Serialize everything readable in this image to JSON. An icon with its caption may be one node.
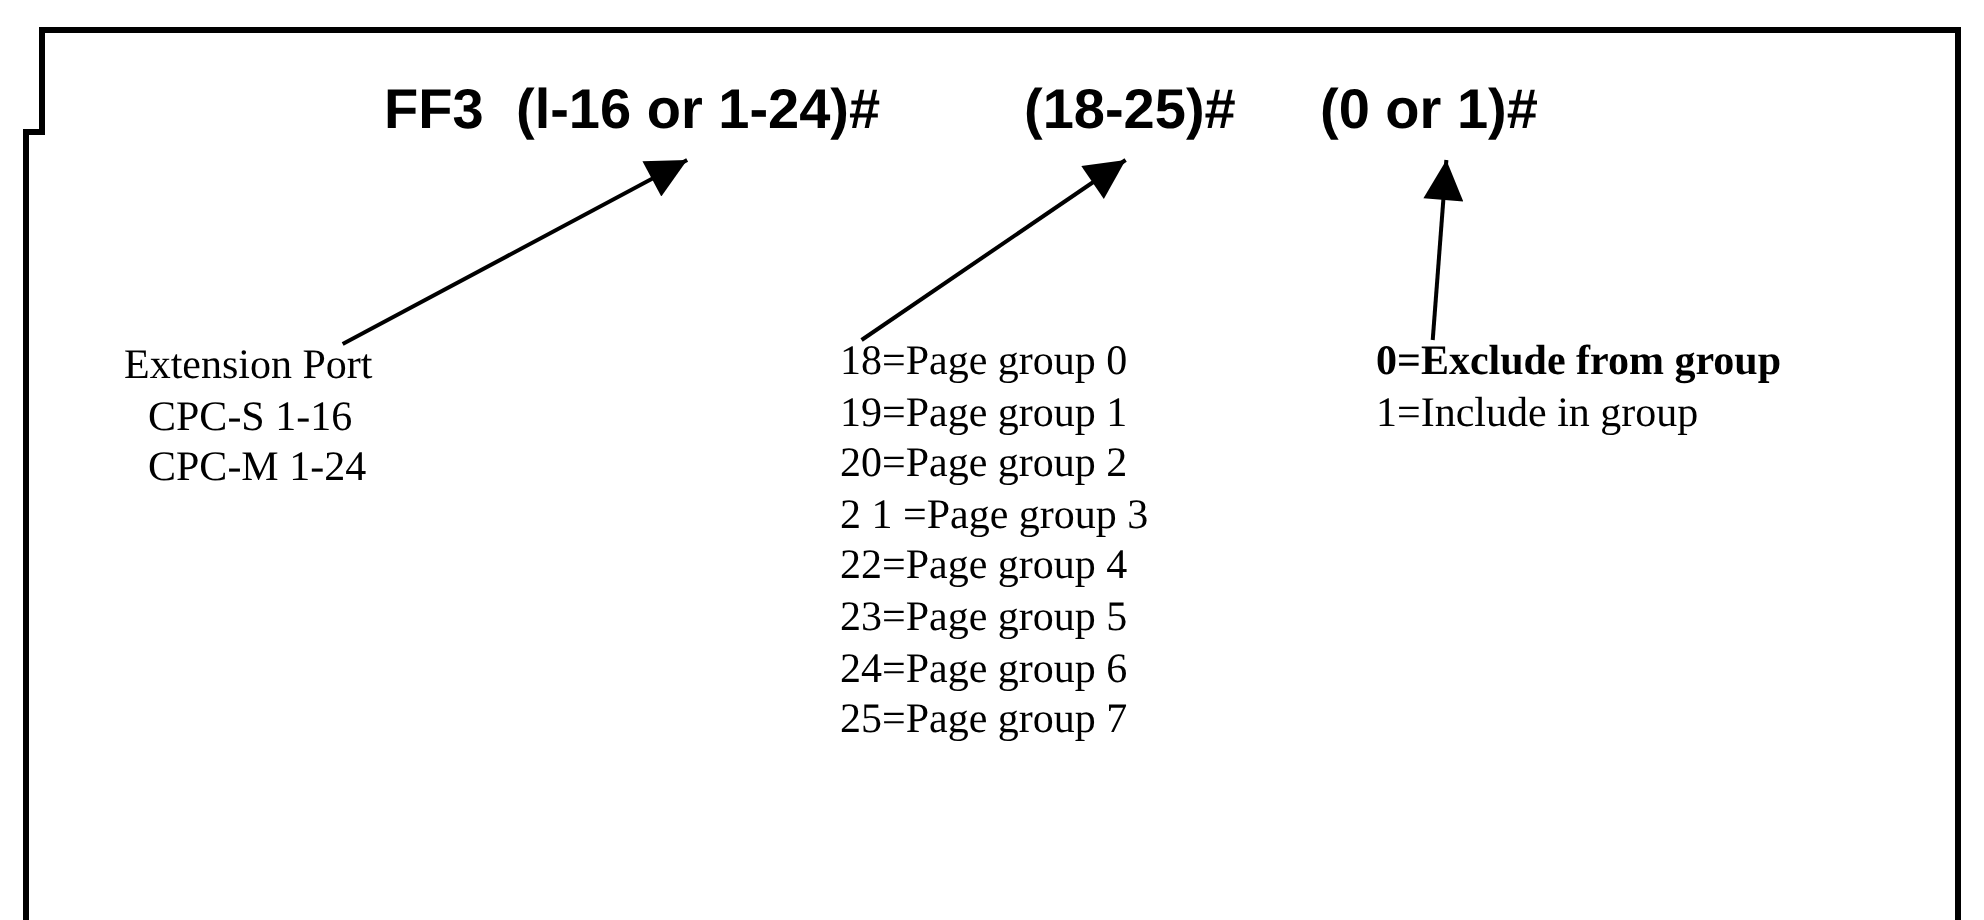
{
  "diagram": {
    "nodes": [
      {
        "text": [
          "FF3"
        ]
      },
      {
        "text": [
          "(l-16 or 1-24)#"
        ]
      },
      {
        "text": [
          "(18-25)#"
        ]
      },
      {
        "text": [
          "(0 or 1)#"
        ]
      },
      {
        "text": [
          "Extension Port",
          "CPC-S 1-16",
          "CPC-M 1-24"
        ]
      },
      {
        "text": [
          "18=Page group 0",
          "19=Page group 1",
          "20=Page group 2",
          "2 1 =Page group 3",
          "22=Page group 4",
          "23=Page group 5",
          "24=Page group 6",
          "25=Page group 7"
        ]
      },
      {
        "text": [
          "**0=Exclude from group**",
          "1=Include in group"
        ]
      }
    ],
    "edges": [
      {
        "from": 4,
        "to": 1,
        "arrow": "to"
      },
      {
        "from": 5,
        "to": 2,
        "arrow": "to"
      },
      {
        "from": 6,
        "to": 3,
        "arrow": "to"
      }
    ]
  }
}
